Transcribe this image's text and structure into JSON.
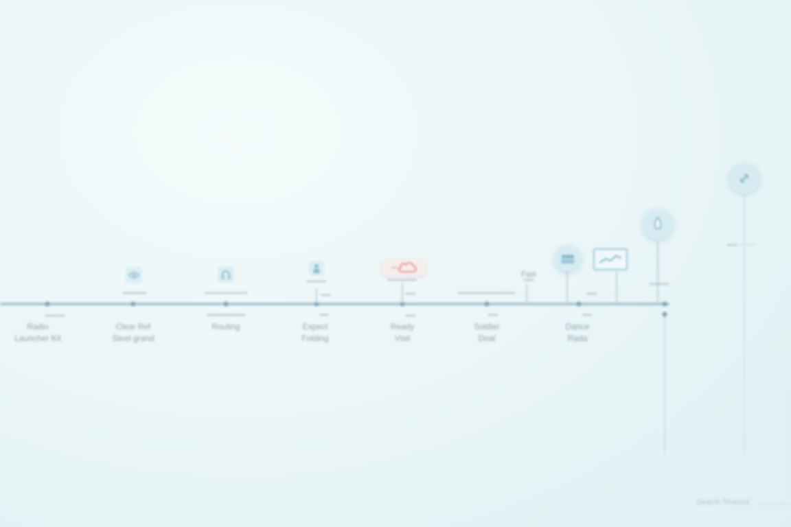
{
  "timeline": {
    "milestones": [
      {
        "label": "Radio\nLauncher Kit"
      },
      {
        "label": "Clear Ref\nSteel grand"
      },
      {
        "label": "Routing"
      },
      {
        "label": "Expect\nFolding"
      },
      {
        "label": "Ready\nVisit"
      },
      {
        "label": "Soldier\nDeal"
      },
      {
        "label": "Dance\nRada"
      }
    ],
    "extra_label": "Fast"
  },
  "footer": {
    "text": "Search Timeout"
  },
  "icons": [
    "link-icon",
    "rocket-icon",
    "people-icon",
    "chart-monitor-icon",
    "cloud-icon",
    "person-icon",
    "headphones-icon",
    "eye-icon"
  ],
  "colors": {
    "background": "#e8f5f6",
    "axis": "#a9c4d0",
    "accent": "#9cc6d6",
    "cloud": "#d97c6c"
  }
}
